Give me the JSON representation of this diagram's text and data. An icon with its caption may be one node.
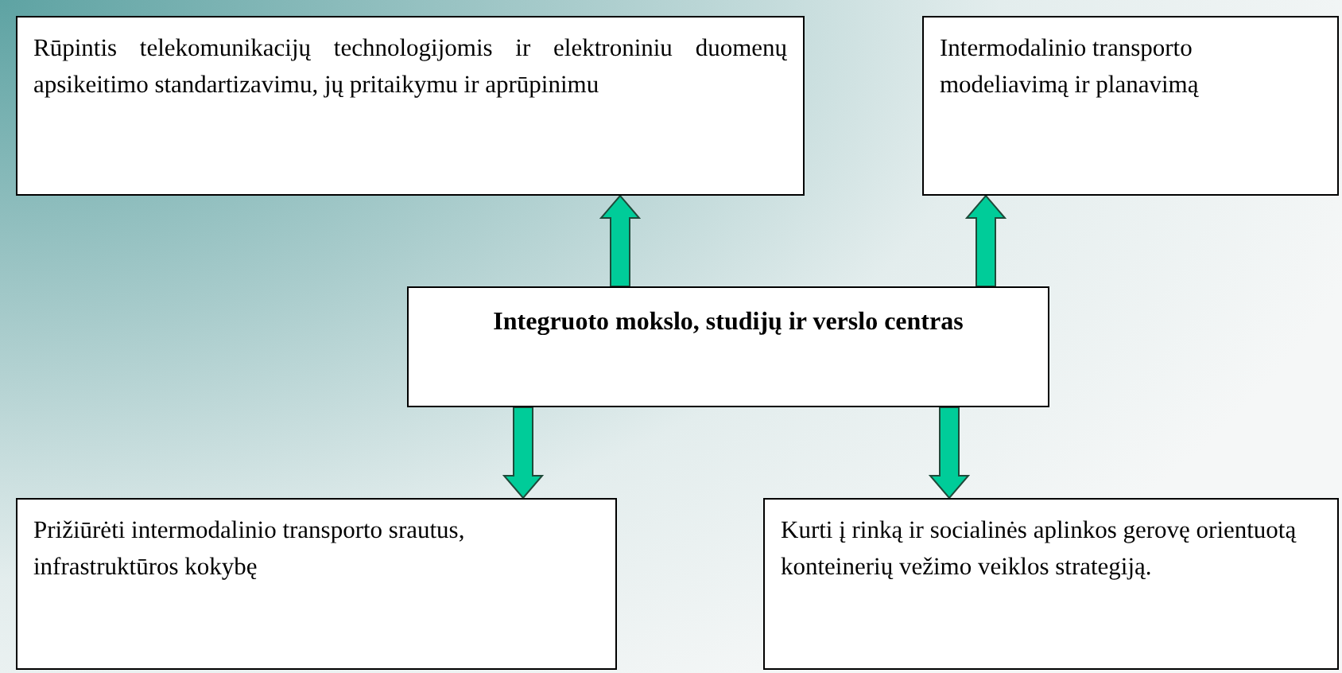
{
  "diagram": {
    "nodes": [
      {
        "text": [
          "Rūpintis telekomunikacijų technologijomis ir elektroniniu duomenų apsikeitimo standartizavimu, jų pritaikymu ir aprūpinimu"
        ]
      },
      {
        "text": [
          "Intermodalinio transporto modeliavimą ir planavimą"
        ]
      },
      {
        "text": [
          "Integruoto mokslo, studijų ir verslo centras"
        ]
      },
      {
        "text": [
          "Prižiūrėti intermodalinio transporto srautus, infrastruktūros kokybę"
        ]
      },
      {
        "text": [
          "Kurti į rinką ir socialinės aplinkos gerovę orientuotą konteinerių vežimo veiklos strategiją."
        ]
      }
    ],
    "edges": [
      {
        "from": 2,
        "to": 0,
        "arrow": "to"
      },
      {
        "from": 2,
        "to": 1,
        "arrow": "to"
      },
      {
        "from": 2,
        "to": 3,
        "arrow": "to"
      },
      {
        "from": 2,
        "to": 4,
        "arrow": "to"
      }
    ]
  }
}
